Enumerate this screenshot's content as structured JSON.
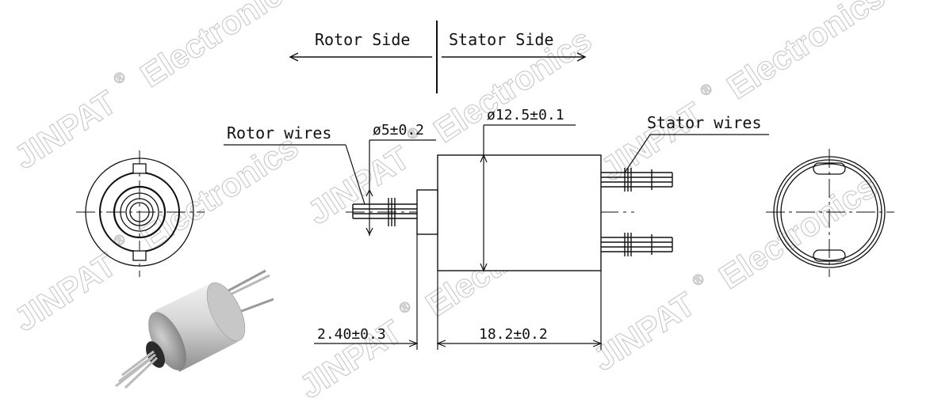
{
  "watermark": {
    "brand": "JINPAT",
    "registered_mark": "®",
    "word": "Electronics"
  },
  "labels": {
    "rotor_side": "Rotor Side",
    "stator_side": "Stator Side",
    "rotor_wires": "Rotor wires",
    "stator_wires": "Stator wires"
  },
  "dimensions": {
    "shaft_diameter": "ø5±0.2",
    "body_diameter": "ø12.5±0.1",
    "shaft_length": "2.40±0.3",
    "body_length": "18.2±0.2"
  },
  "colors": {
    "line": "#111111",
    "watermark": "#c8c8c8",
    "body_light": "#e9e9e9",
    "body_dark": "#8e8e8e"
  }
}
